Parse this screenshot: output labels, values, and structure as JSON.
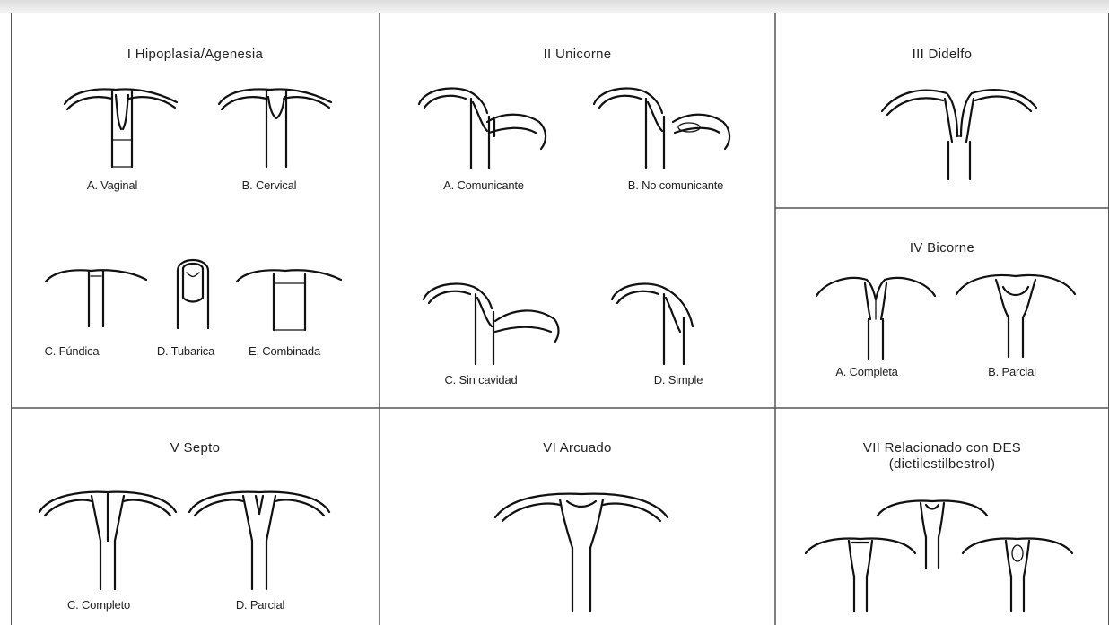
{
  "panels": {
    "p1": {
      "title": "I Hipoplasia/Agenesia",
      "labels": [
        "A. Vaginal",
        "B. Cervical",
        "C. Fúndica",
        "D. Tubarica",
        "E. Combinada"
      ]
    },
    "p2": {
      "title": "II Unicorne",
      "labels": [
        "A. Comunicante",
        "B. No comunicante",
        "C. Sin cavidad",
        "D. Simple"
      ]
    },
    "p3": {
      "title": "III Didelfo"
    },
    "p4": {
      "title": "IV Bicorne",
      "labels": [
        "A. Completa",
        "B. Parcial"
      ]
    },
    "p5": {
      "title": "V Septo",
      "labels": [
        "C. Completo",
        "D. Parcial"
      ]
    },
    "p6": {
      "title": "VI Arcuado"
    },
    "p7": {
      "title_line1": "VII Relacionado con DES",
      "title_line2": "(dietilestilbestrol)"
    }
  }
}
